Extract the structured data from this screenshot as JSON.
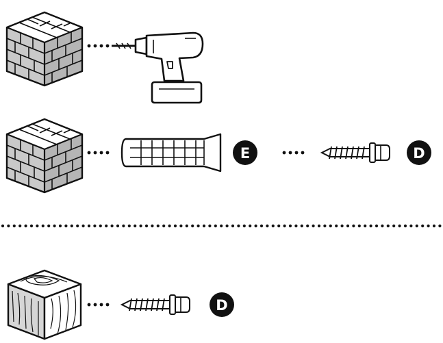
{
  "instruction": {
    "rows": [
      {
        "material": "masonry",
        "tool": "drill"
      },
      {
        "material": "masonry",
        "parts": [
          {
            "item": "wall-plug",
            "label": "E"
          },
          {
            "item": "screw",
            "label": "D"
          }
        ]
      },
      {
        "material": "wood",
        "parts": [
          {
            "item": "screw",
            "label": "D"
          }
        ]
      }
    ],
    "colors": {
      "ink": "#111111",
      "brick_side": "#c9c9c9",
      "brick_front": "#b8b8b8",
      "badge": "#111111"
    }
  }
}
